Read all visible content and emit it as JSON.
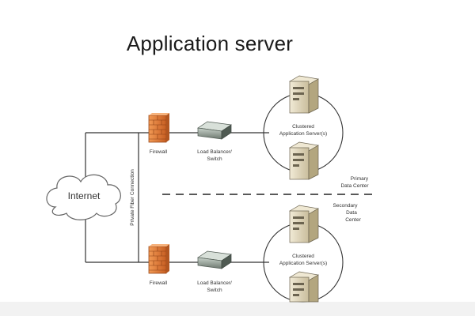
{
  "title": "Application server",
  "internet_label": "Internet",
  "fiber_label": "Private Fiber Connection",
  "primary": {
    "firewall_label": "Firewall",
    "lb_label_1": "Load Balancer/",
    "lb_label_2": "Switch",
    "cluster_label_1": "Clustered",
    "cluster_label_2": "Application Server(s)",
    "dc_label_1": "Primary",
    "dc_label_2": "Data Center"
  },
  "secondary": {
    "firewall_label": "Firewall",
    "lb_label_1": "Load Balancer/",
    "lb_label_2": "Switch",
    "cluster_label_1": "Clustered",
    "cluster_label_2": "Application Server(s)",
    "dc_label_1": "Secondary",
    "dc_label_2": "Data",
    "dc_label_3": "Center"
  },
  "colors": {
    "firewall": "#e07a3a",
    "server": "#ddd3b8",
    "switch": "#5f6b63",
    "line": "#333333"
  }
}
